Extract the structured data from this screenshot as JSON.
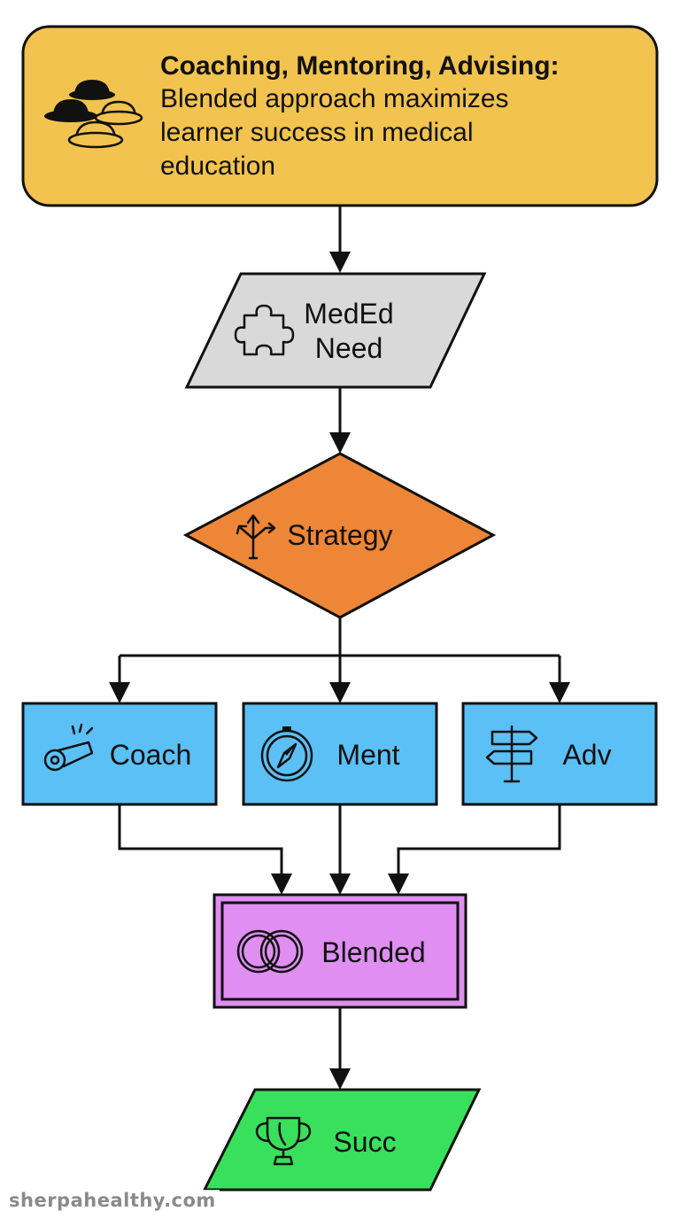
{
  "header": {
    "title": "Coaching, Mentoring, Advising:",
    "subtitle_lines": [
      "Blended approach maximizes",
      "learner success in medical",
      "education"
    ],
    "icon": "hats-group-icon"
  },
  "nodes": {
    "need": {
      "lines": [
        "MedEd",
        "Need"
      ],
      "icon": "puzzle-piece-icon"
    },
    "strategy": {
      "label": "Strategy",
      "icon": "branching-arrows-icon"
    },
    "coach": {
      "label": "Coach",
      "icon": "whistle-icon"
    },
    "ment": {
      "label": "Ment",
      "icon": "compass-icon"
    },
    "adv": {
      "label": "Adv",
      "icon": "signpost-icon"
    },
    "blended": {
      "label": "Blended",
      "icon": "interlocked-rings-icon"
    },
    "succ": {
      "label": "Succ",
      "icon": "trophy-icon"
    }
  },
  "colors": {
    "header_fill": "#f2c34e",
    "need_fill": "#d9d9d9",
    "strategy_fill": "#ee8637",
    "role_fill": "#5bc0f5",
    "blended_fill": "#e08ef2",
    "succ_fill": "#38e05c",
    "stroke": "#111111"
  },
  "watermark": "sherpahealthy.com"
}
